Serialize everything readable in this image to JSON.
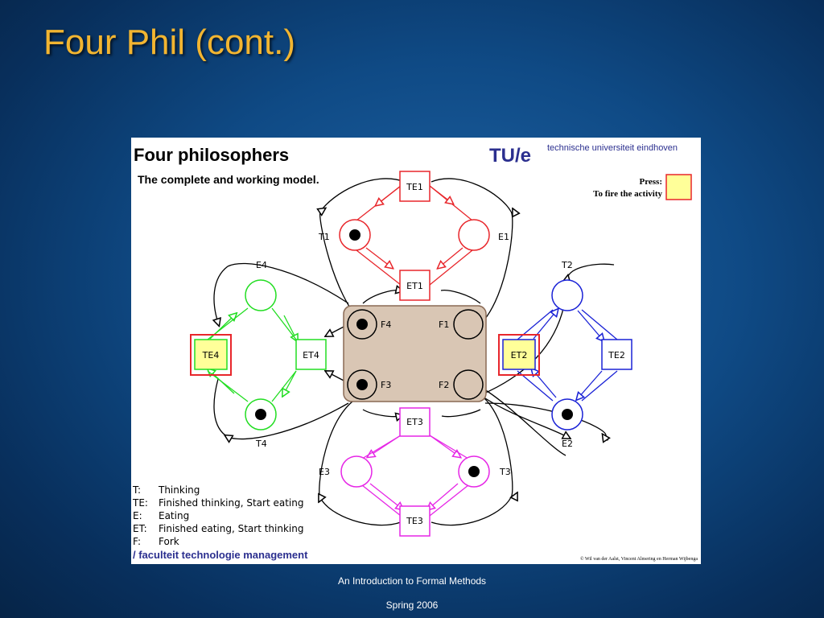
{
  "slide": {
    "title": "Four Phil (cont.)",
    "footer_course": "An Introduction to Formal Methods",
    "footer_term": "Spring 2006"
  },
  "figure": {
    "heading": "Four philosophers",
    "subheading": "The complete and working model.",
    "logo_text": "TU/e",
    "university": "technische universiteit eindhoven",
    "press_line1": "Press:",
    "press_line2": "To fire the activity",
    "faculty": "/ faculteit technologie management",
    "copyright": "© Wil van der Aalst, Vincent Almering en Herman Wijbenga",
    "legend": [
      {
        "key": "T:",
        "text": "Thinking"
      },
      {
        "key": "TE:",
        "text": "Finished thinking, Start eating"
      },
      {
        "key": "E:",
        "text": "Eating"
      },
      {
        "key": "ET:",
        "text": "Finished eating, Start thinking"
      },
      {
        "key": "F:",
        "text": "Fork"
      }
    ],
    "labels": {
      "T1": "T1",
      "E1": "E1",
      "TE1": "TE1",
      "ET1": "ET1",
      "T2": "T2",
      "E2": "E2",
      "TE2": "TE2",
      "ET2": "ET2",
      "T3": "T3",
      "E3": "E3",
      "TE3": "TE3",
      "ET3": "ET3",
      "T4": "T4",
      "E4": "E4",
      "TE4": "TE4",
      "ET4": "ET4",
      "F1": "F1",
      "F2": "F2",
      "F3": "F3",
      "F4": "F4"
    },
    "colors": {
      "philosopher1": "#e8262b",
      "philosopher2": "#1a22d6",
      "philosopher3": "#e626e6",
      "philosopher4": "#22dd22",
      "forks_fill": "#d9c6b4",
      "enabled_fill": "#ffff99",
      "enabled_border": "#e8262b",
      "logo": "#2b2f8f"
    }
  }
}
